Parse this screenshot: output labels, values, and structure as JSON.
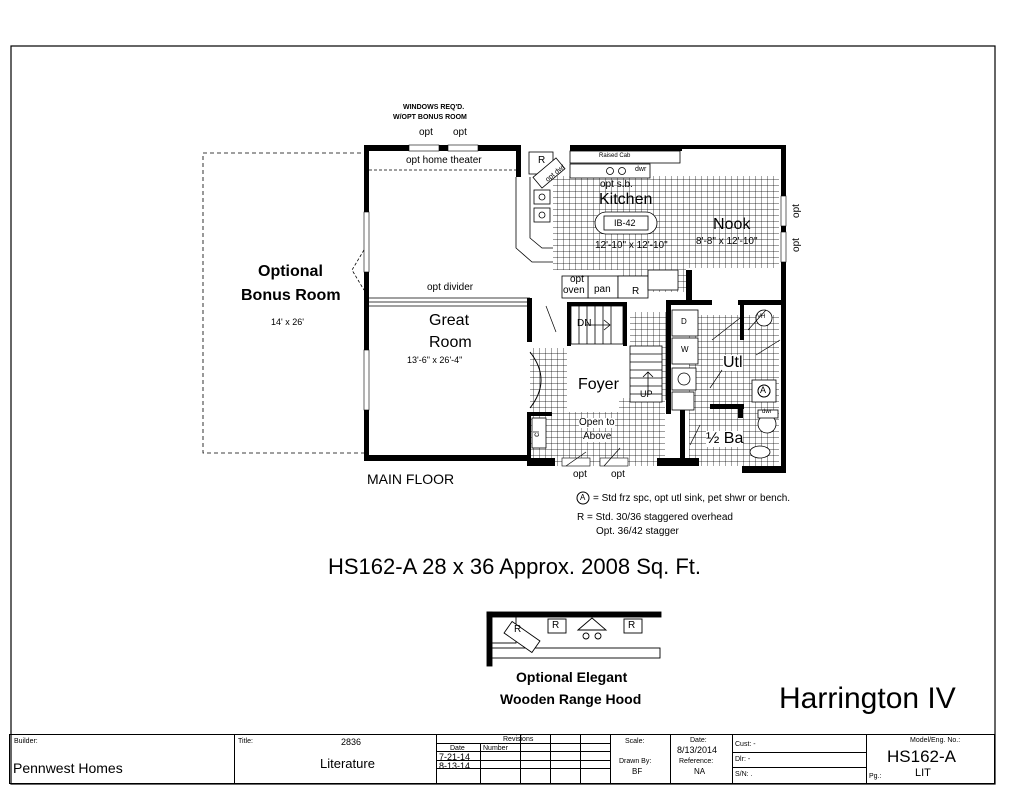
{
  "plan": {
    "windows_note_line1": "WINDOWS REQ'D.",
    "windows_note_line2": "W/OPT BONUS ROOM",
    "opt_top_1": "opt",
    "opt_top_2": "opt",
    "opt_home_theater": "opt home theater",
    "bonus_title_1": "Optional",
    "bonus_title_2": "Bonus Room",
    "bonus_size": "14' x 26'",
    "opt_divider": "opt divider",
    "great_room_1": "Great",
    "great_room_2": "Room",
    "great_room_size": "13'-6\" x 26'-4\"",
    "kitchen": "Kitchen",
    "raised_cab": "Raised Cab",
    "opt_sb": "opt s.b.",
    "dwr": "dwr",
    "opt_dwr": "opt dwr",
    "r_label": "R",
    "island": "IB-42",
    "kitchen_size": "12'-10\" x 12'-10\"",
    "nook": "Nook",
    "nook_size": "8'-8\" x 12'-10\"",
    "opt_right_1": "opt",
    "opt_right_2": "opt",
    "opt_oven_1": "opt",
    "opt_oven_2": "oven",
    "pan": "pan",
    "r_label_2": "R",
    "dn": "DN",
    "up": "UP",
    "foyer": "Foyer",
    "utl": "Utl",
    "vh": "VH",
    "d_label": "D",
    "w_label": "W",
    "a_label": "A",
    "half_bath": "½ Ba",
    "dwr_bath": "dwr",
    "cl": "cl",
    "open_above_1": "Open to",
    "open_above_2": "Above",
    "opt_bottom_1": "opt",
    "opt_bottom_2": "opt",
    "main_floor": "MAIN FLOOR"
  },
  "notes": {
    "note_a": "= Std frz spc, opt utl sink, pet shwr or bench.",
    "note_a_symbol": "A",
    "note_r": "R = Std. 30/36 staggered overhead",
    "note_r2": "Opt. 36/42 stagger"
  },
  "heading": "HS162-A 28 x 36  Approx. 2008 Sq. Ft.",
  "hood": {
    "title_1": "Optional Elegant",
    "title_2": "Wooden Range Hood",
    "r1": "R",
    "r2": "R",
    "r3": "R"
  },
  "model_name": "Harrington IV",
  "titleblock": {
    "builder_label": "Builder:",
    "builder": "Pennwest Homes",
    "title_label": "Title:",
    "title_number": "2836",
    "title": "Literature",
    "revisions_label": "Revisions",
    "date_label": "Date",
    "number_label": "Number",
    "rev1": "7-21-14",
    "rev2": "8-13-14",
    "scale_label": "Scale:",
    "drawn_label": "Drawn By:",
    "drawn": "BF",
    "date2_label": "Date:",
    "date2": "8/13/2014",
    "ref_label": "Reference:",
    "ref": "NA",
    "cust": "Cust: -",
    "dlr": "Dlr:   -",
    "sn": "S/N:  .",
    "model_label": "Model/Eng. No.:",
    "model_no": "HS162-A",
    "pg_label": "Pg.:",
    "pg": "LIT"
  }
}
